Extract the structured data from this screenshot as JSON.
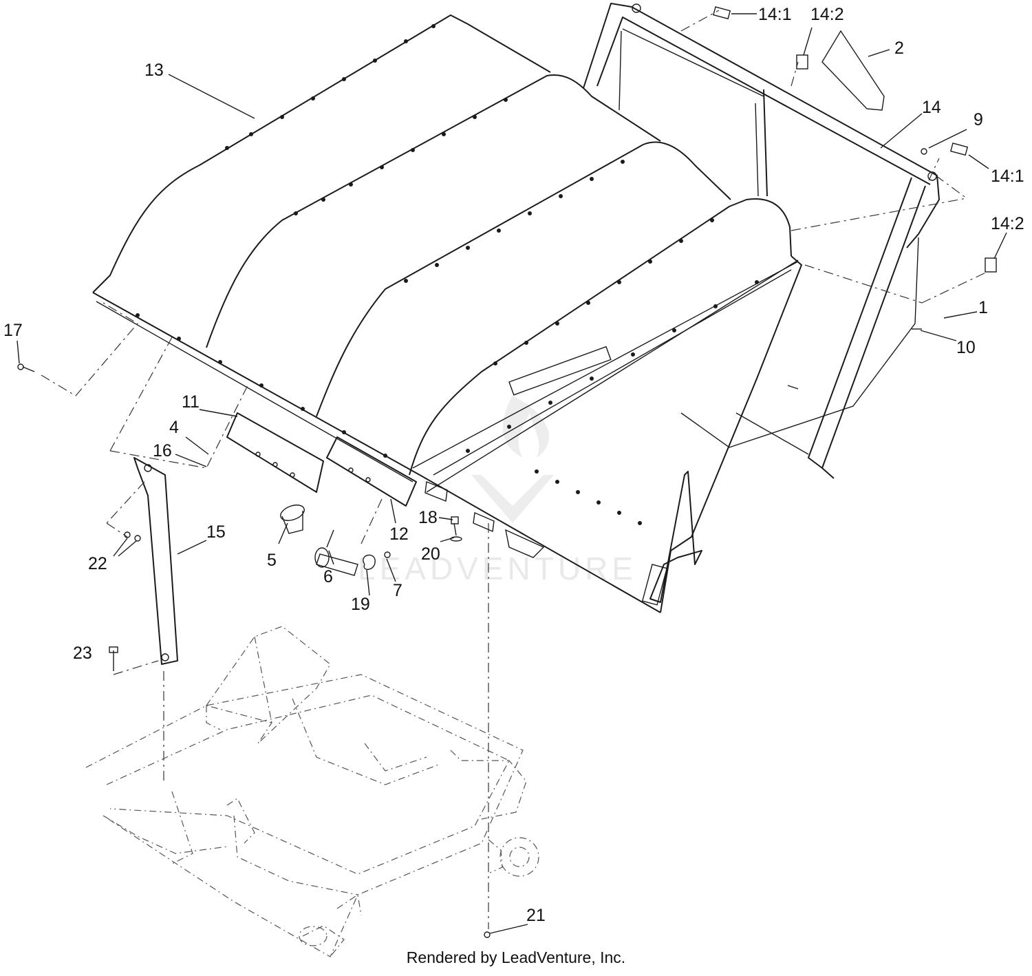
{
  "callouts": [
    {
      "id": "c1",
      "label": "1"
    },
    {
      "id": "c2",
      "label": "2"
    },
    {
      "id": "c4",
      "label": "4"
    },
    {
      "id": "c5",
      "label": "5"
    },
    {
      "id": "c6",
      "label": "6"
    },
    {
      "id": "c7",
      "label": "7"
    },
    {
      "id": "c9",
      "label": "9"
    },
    {
      "id": "c10",
      "label": "10"
    },
    {
      "id": "c11",
      "label": "11"
    },
    {
      "id": "c12",
      "label": "12"
    },
    {
      "id": "c13",
      "label": "13"
    },
    {
      "id": "c14",
      "label": "14"
    },
    {
      "id": "c14-1a",
      "label": "14:1"
    },
    {
      "id": "c14-2a",
      "label": "14:2"
    },
    {
      "id": "c14-1b",
      "label": "14:1"
    },
    {
      "id": "c14-2b",
      "label": "14:2"
    },
    {
      "id": "c15",
      "label": "15"
    },
    {
      "id": "c16",
      "label": "16"
    },
    {
      "id": "c17",
      "label": "17"
    },
    {
      "id": "c18",
      "label": "18"
    },
    {
      "id": "c19",
      "label": "19"
    },
    {
      "id": "c20",
      "label": "20"
    },
    {
      "id": "c21",
      "label": "21"
    },
    {
      "id": "c22",
      "label": "22"
    },
    {
      "id": "c23",
      "label": "23"
    }
  ],
  "watermark": {
    "text": "LEADVENTURE"
  },
  "footer": {
    "text": "Rendered by LeadVenture, Inc."
  }
}
